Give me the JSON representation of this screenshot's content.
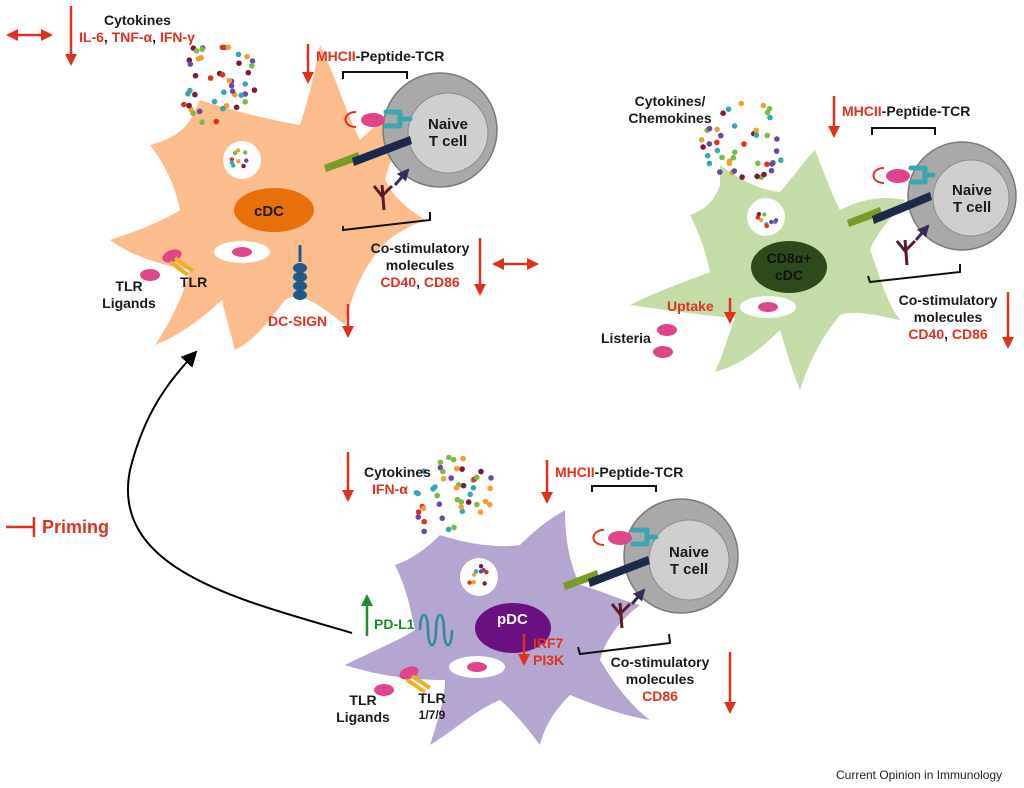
{
  "colors": {
    "red": "#e0301e",
    "green": "#1e8a2e",
    "cdc_cell": "#fbbd8e",
    "cdc_nucleus": "#e8700c",
    "cd8_cell": "#c3dca8",
    "cd8_nucleus": "#2e4a1c",
    "pdc_cell": "#b4a6d0",
    "pdc_nucleus": "#6a1080",
    "tcell": "#a9a9a9",
    "tcr": "#3aa6b4",
    "mhc": "#e0458a",
    "peptide": "#7a9a2a",
    "tlr": "#f0b020",
    "pd_l1": "#2a8aa0",
    "dc_sign": "#1f5a8a"
  },
  "cdc": {
    "name": "cDC",
    "cytokines_title": "Cytokines",
    "cytokines": [
      {
        "text": "IL-6",
        "color": "red"
      },
      {
        "text": ", ",
        "color": "black"
      },
      {
        "text": "TNF-α",
        "color": "red"
      },
      {
        "text": ", ",
        "color": "black"
      },
      {
        "text": "IFN-γ",
        "color": "red"
      }
    ],
    "mhc_label": "MHCII",
    "mhc_rest": "-Peptide-TCR",
    "tcell": [
      "Naive",
      "T cell"
    ],
    "costim_title": [
      "Co-stimulatory",
      "molecules"
    ],
    "costim_mols": [
      {
        "text": "CD40",
        "color": "red"
      },
      {
        "text": ", ",
        "color": "black"
      },
      {
        "text": "CD86",
        "color": "red"
      }
    ],
    "tlr_ligands": [
      "TLR",
      "Ligands"
    ],
    "tlr": "TLR",
    "dc_sign": "DC-SIGN"
  },
  "cd8": {
    "name": [
      "CD8α+",
      "cDC"
    ],
    "cytokines": [
      "Cytokines/",
      "Chemokines"
    ],
    "mhc_label": "MHCII",
    "mhc_rest": "-Peptide-TCR",
    "tcell": [
      "Naive",
      "T cell"
    ],
    "uptake": "Uptake",
    "listeria": "Listeria",
    "costim_title": [
      "Co-stimulatory",
      "molecules"
    ],
    "costim_mols": [
      {
        "text": "CD40",
        "color": "red"
      },
      {
        "text": ", ",
        "color": "black"
      },
      {
        "text": "CD86",
        "color": "red"
      }
    ]
  },
  "pdc": {
    "name": "pDC",
    "cytokines_title": "Cytokines",
    "cytokines_value": "IFN-α",
    "mhc_label": "MHCII",
    "mhc_rest": "-Peptide-TCR",
    "tcell": [
      "Naive",
      "T cell"
    ],
    "pd_l1": "PD-L1",
    "irf7": "IRF7",
    "pi3k": "PI3K",
    "costim_title": [
      "Co-stimulatory",
      "molecules"
    ],
    "costim_value": "CD86",
    "tlr_ligands": [
      "TLR",
      "Ligands"
    ],
    "tlr": [
      "TLR",
      "1/7/9"
    ]
  },
  "priming": "Priming",
  "credit": "Current Opinion in Immunology"
}
